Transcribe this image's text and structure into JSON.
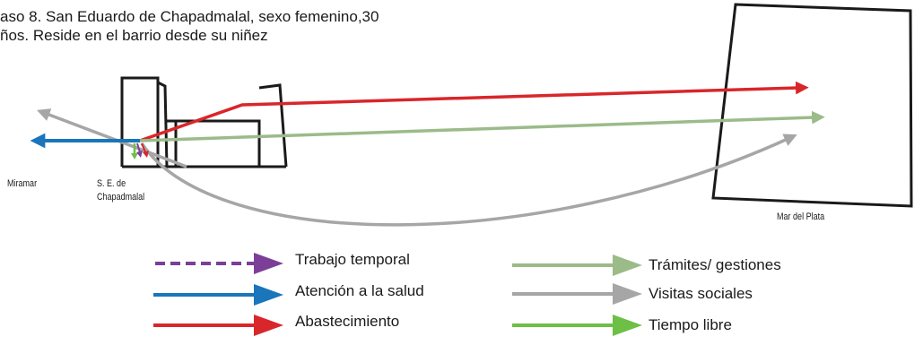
{
  "caption": {
    "line1": "aso 8. San Eduardo de Chapadmalal, sexo femenino,30",
    "line2": "ños. Reside en el barrio desde su niñez"
  },
  "places": {
    "miramar": "Miramar",
    "se_line1": "S. E. de",
    "se_line2": "Chapadmalal",
    "mar_del_plata": "Mar del Plata"
  },
  "colors": {
    "trabajo_temporal": "#7b3f98",
    "atencion_salud": "#1a75bb",
    "abastecimiento": "#d9262a",
    "tramites": "#9bbb89",
    "visitas_sociales": "#a6a6a6",
    "tiempo_libre": "#6dbf45"
  },
  "legend": [
    {
      "label": "Trabajo temporal",
      "color": "#7b3f98",
      "style": "dashed"
    },
    {
      "label": "Atención a la salud",
      "color": "#1a75bb",
      "style": "solid"
    },
    {
      "label": "Abastecimiento",
      "color": "#d9262a",
      "style": "solid"
    },
    {
      "label": "Trámites/ gestiones",
      "color": "#9bbb89",
      "style": "solid"
    },
    {
      "label": "Visitas sociales",
      "color": "#a6a6a6",
      "style": "solid"
    },
    {
      "label": "Tiempo libre",
      "color": "#6dbf45",
      "style": "solid"
    }
  ]
}
